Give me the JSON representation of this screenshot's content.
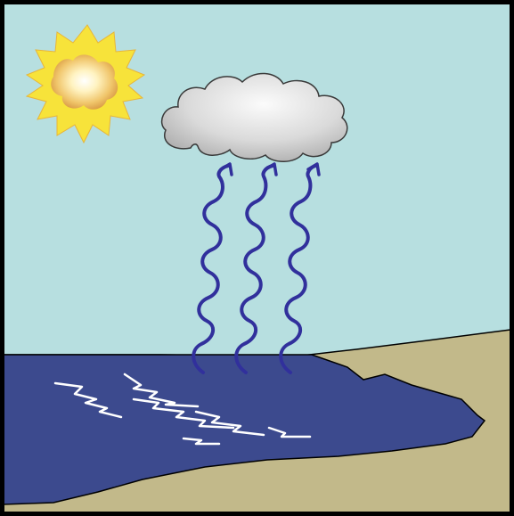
{
  "diagram": {
    "subject": "evaporation",
    "elements": [
      "sun",
      "cloud",
      "evaporation-arrows",
      "water-body",
      "land",
      "water-glints"
    ],
    "colors": {
      "sky": "#b7dfe0",
      "land": "#c2b98a",
      "water": "#3c4a8e",
      "arrow": "#31309c",
      "sun_rays": "#f7e33a",
      "sun_core": "#fff6cf",
      "sun_edge": "#e0a94a",
      "cloud_light": "#f4f4f4",
      "cloud_dark": "#a9a9a9",
      "glint": "#ffffff",
      "frame": "#000000"
    },
    "arrow_count": 3
  }
}
